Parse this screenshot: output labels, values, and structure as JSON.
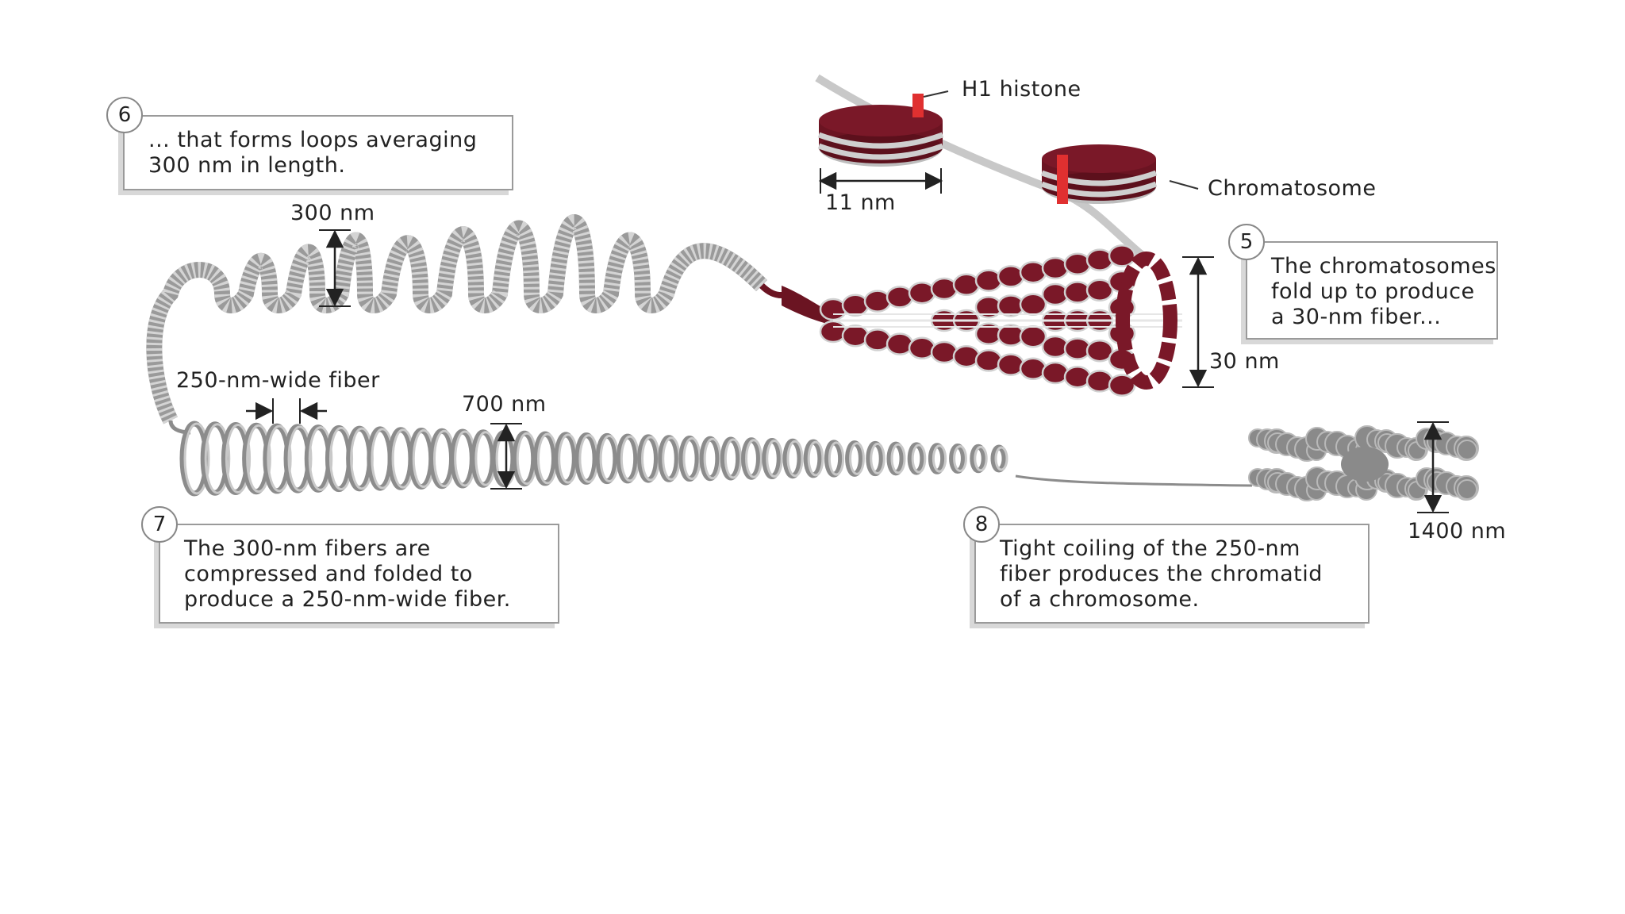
{
  "steps": [
    {
      "number": "5",
      "lines": [
        "The chromatosomes",
        "fold up to produce",
        "a 30-nm fiber..."
      ]
    },
    {
      "number": "6",
      "lines": [
        "... that forms loops averaging",
        "300 nm in length."
      ]
    },
    {
      "number": "7",
      "lines": [
        "The 300-nm fibers are",
        "compressed and folded to",
        "produce a 250-nm-wide fiber."
      ]
    },
    {
      "number": "8",
      "lines": [
        "Tight coiling of the 250-nm",
        "fiber produces the chromatid",
        "of a chromosome."
      ]
    }
  ],
  "labels": {
    "h1_histone": "H1 histone",
    "chromatosome": "Chromatosome",
    "nm11": "11 nm",
    "nm30": "30 nm",
    "nm300": "300 nm",
    "fiber250": "250-nm-wide fiber",
    "nm700": "700 nm",
    "nm1400": "1400 nm"
  },
  "colors": {
    "histone": "#7a1828",
    "linker": "#e03030",
    "coil": "#8c8c8c",
    "dna": "#b8b8b8"
  }
}
